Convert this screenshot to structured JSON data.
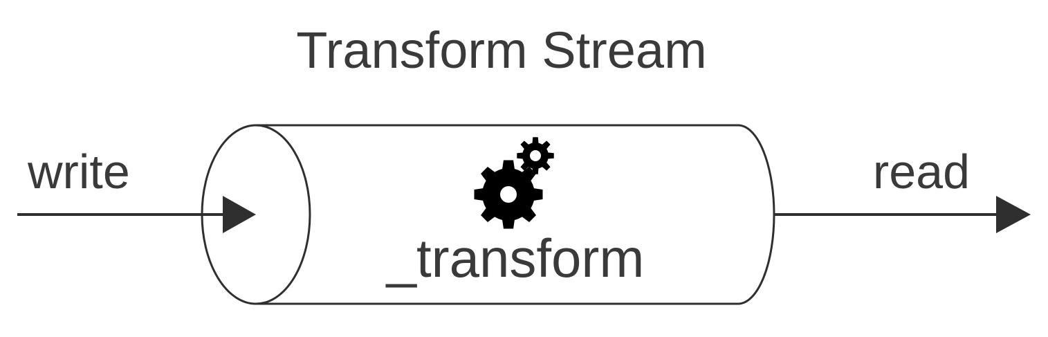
{
  "diagram": {
    "title": "Transform Stream",
    "input_label": "write",
    "output_label": "read",
    "method_label": "_transform",
    "icons": {
      "gears": "gears-icon",
      "arrow": "arrow-head"
    },
    "colors": {
      "line": "#2f2f2f",
      "text": "#3a3a3a",
      "icon": "#000000",
      "background": "#ffffff"
    }
  }
}
